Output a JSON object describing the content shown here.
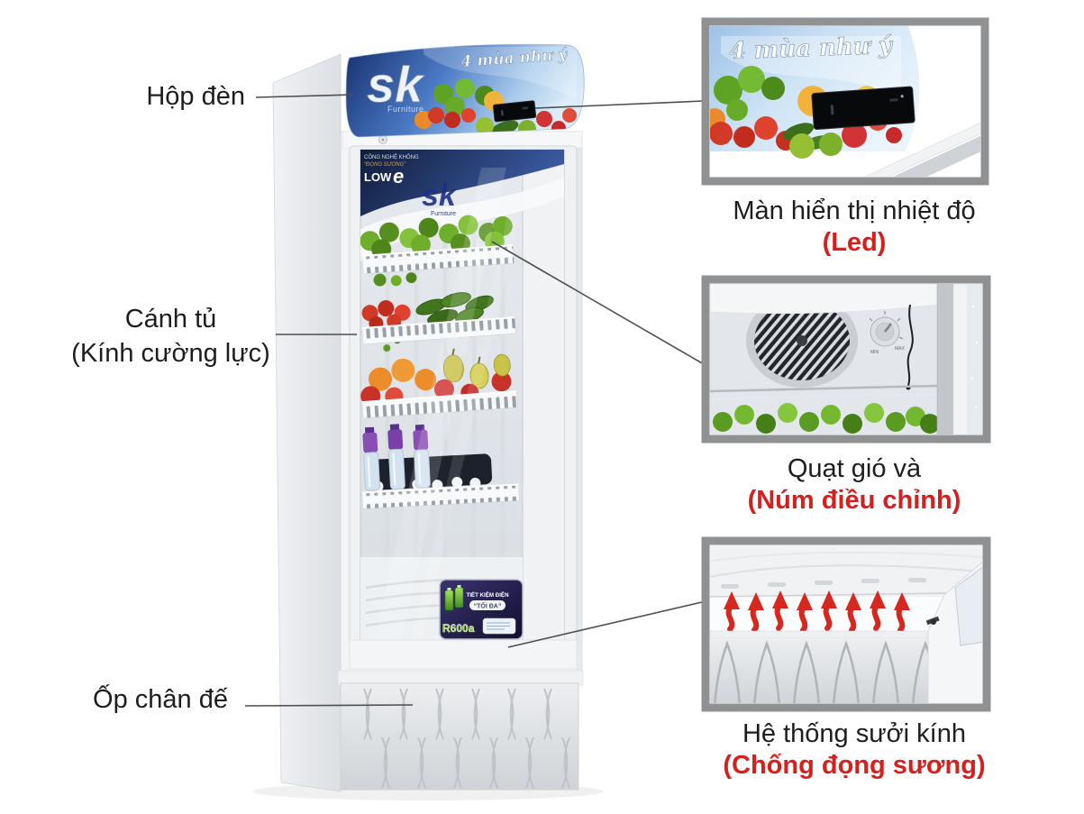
{
  "colors": {
    "accent_red": "#d6201e",
    "label_black": "#1d1d1d",
    "inset_border": "#8f9193",
    "brand_navy": "#1e2f86",
    "header_blue": "#2a4fa0"
  },
  "left_labels": [
    {
      "line1": "Hộp đèn"
    },
    {
      "line1": "Cánh tủ",
      "line2": "(Kính cường lực)"
    },
    {
      "line1": "Ốp chân đế"
    }
  ],
  "callouts": [
    {
      "title": "Màn hiển thị nhiệt độ",
      "highlight": "(Led)"
    },
    {
      "title": "Quạt gió và",
      "highlight": "(Núm điều chỉnh)"
    },
    {
      "title": "Hệ thống sưởi kính",
      "highlight": "(Chống đọng sương)"
    }
  ],
  "product": {
    "brand": "sk",
    "brand_sub": "Furniture",
    "slogan": "4 mùa như ý",
    "door_badge": {
      "line1": "CÔNG NGHỆ KHÔNG",
      "line2": "“ĐỌNG SƯƠNG”",
      "low": "LOW",
      "e": "e"
    },
    "energy_sticker": {
      "line1": "TIẾT KIỆM ĐIỆN",
      "line2": "“TỐI ĐA”",
      "refrigerant": "R600a"
    },
    "thermostat": {
      "min": "MIN",
      "max": "MAX"
    }
  }
}
